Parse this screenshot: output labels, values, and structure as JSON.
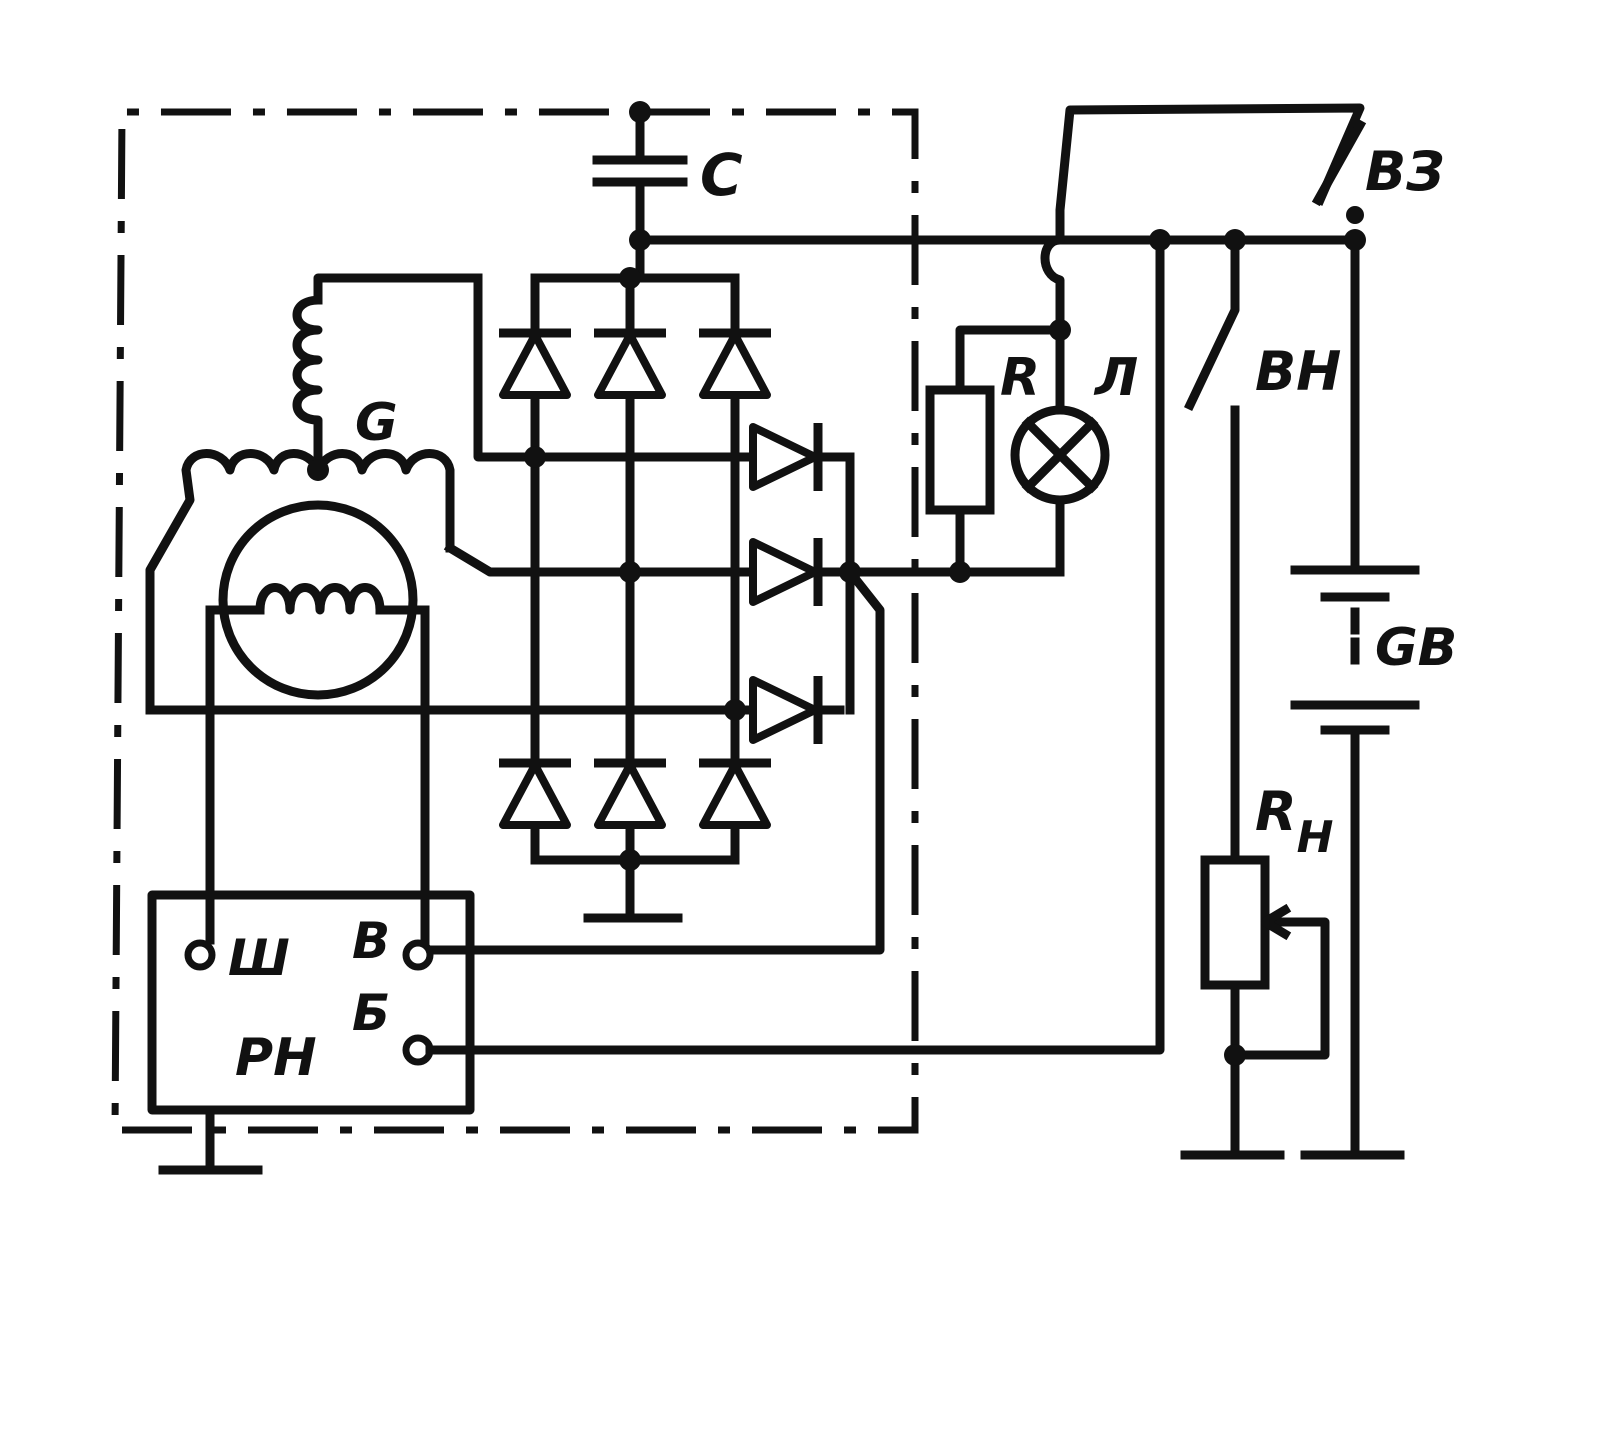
{
  "labels": {
    "capacitor": "C",
    "generator": "G",
    "resistor": "R",
    "lamp": "Л",
    "ignition_switch": "ВЗ",
    "load_switch": "ВН",
    "battery": "GB",
    "load_resistor_main": "R",
    "load_resistor_sub": "Н",
    "regulator": "РН",
    "terminal_sh": "Ш",
    "terminal_v": "В",
    "terminal_b": "Б"
  },
  "colors": {
    "ink": "#111111",
    "background": "#ffffff"
  }
}
